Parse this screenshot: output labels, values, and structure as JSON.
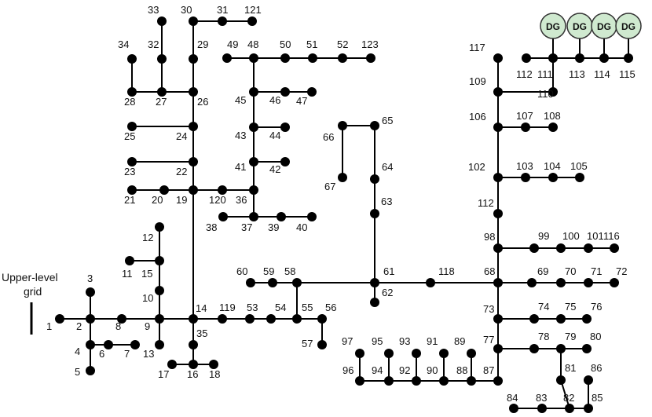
{
  "grid_label": [
    "Upper-level",
    "grid"
  ],
  "dg_label": "DG",
  "dg_count": 4,
  "colors": {
    "line": "#000000",
    "node": "#000000",
    "dg_fill": "#cfe9cf",
    "dg_stroke": "#333333"
  },
  "nodes": [
    "1",
    "2",
    "3",
    "4",
    "5",
    "6",
    "7",
    "8",
    "9",
    "10",
    "11",
    "12",
    "13",
    "14",
    "15",
    "16",
    "17",
    "18",
    "19",
    "20",
    "21",
    "22",
    "23",
    "24",
    "25",
    "26",
    "27",
    "28",
    "29",
    "30",
    "31",
    "32",
    "33",
    "34",
    "35",
    "36",
    "37",
    "38",
    "39",
    "40",
    "41",
    "42",
    "43",
    "44",
    "45",
    "46",
    "47",
    "48",
    "49",
    "50",
    "51",
    "52",
    "53",
    "54",
    "55",
    "56",
    "57",
    "58",
    "59",
    "60",
    "61",
    "62",
    "63",
    "64",
    "65",
    "66",
    "67",
    "68",
    "69",
    "70",
    "71",
    "72",
    "73",
    "74",
    "75",
    "76",
    "77",
    "78",
    "79",
    "80",
    "81",
    "82",
    "83",
    "84",
    "85",
    "86",
    "87",
    "88",
    "89",
    "90",
    "91",
    "92",
    "93",
    "94",
    "95",
    "96",
    "97",
    "98",
    "99",
    "100",
    "101",
    "102",
    "103",
    "104",
    "105",
    "106",
    "107",
    "108",
    "109",
    "110",
    "111",
    "112",
    "113",
    "114",
    "115",
    "116",
    "117",
    "118",
    "119",
    "120",
    "121",
    "123"
  ],
  "edges": [
    [
      "1",
      "2"
    ],
    [
      "2",
      "3"
    ],
    [
      "2",
      "4"
    ],
    [
      "4",
      "5"
    ],
    [
      "4",
      "6"
    ],
    [
      "6",
      "7"
    ],
    [
      "2",
      "8"
    ],
    [
      "8",
      "9"
    ],
    [
      "9",
      "10"
    ],
    [
      "10",
      "15"
    ],
    [
      "15",
      "12"
    ],
    [
      "15",
      "11"
    ],
    [
      "9",
      "13"
    ],
    [
      "9",
      "14"
    ],
    [
      "14",
      "35"
    ],
    [
      "35",
      "16"
    ],
    [
      "16",
      "17"
    ],
    [
      "16",
      "18"
    ],
    [
      "14",
      "119"
    ],
    [
      "119",
      "53"
    ],
    [
      "53",
      "54"
    ],
    [
      "54",
      "55"
    ],
    [
      "55",
      "56"
    ],
    [
      "56",
      "57"
    ],
    [
      "55",
      "58"
    ],
    [
      "58",
      "59"
    ],
    [
      "59",
      "60"
    ],
    [
      "58",
      "61"
    ],
    [
      "14",
      "19"
    ],
    [
      "19",
      "20"
    ],
    [
      "20",
      "21"
    ],
    [
      "19",
      "120"
    ],
    [
      "120",
      "36"
    ],
    [
      "36",
      "37"
    ],
    [
      "37",
      "38"
    ],
    [
      "37",
      "39"
    ],
    [
      "39",
      "40"
    ],
    [
      "36",
      "41"
    ],
    [
      "41",
      "42"
    ],
    [
      "41",
      "43"
    ],
    [
      "43",
      "44"
    ],
    [
      "43",
      "45"
    ],
    [
      "45",
      "46"
    ],
    [
      "46",
      "47"
    ],
    [
      "45",
      "48"
    ],
    [
      "48",
      "49"
    ],
    [
      "48",
      "50"
    ],
    [
      "50",
      "51"
    ],
    [
      "51",
      "52"
    ],
    [
      "52",
      "123"
    ],
    [
      "19",
      "22"
    ],
    [
      "22",
      "23"
    ],
    [
      "22",
      "24"
    ],
    [
      "24",
      "25"
    ],
    [
      "24",
      "26"
    ],
    [
      "26",
      "27"
    ],
    [
      "27",
      "28"
    ],
    [
      "28",
      "34"
    ],
    [
      "27",
      "32"
    ],
    [
      "32",
      "33"
    ],
    [
      "26",
      "29"
    ],
    [
      "29",
      "30"
    ],
    [
      "30",
      "31"
    ],
    [
      "31",
      "121"
    ],
    [
      "61",
      "62"
    ],
    [
      "61",
      "63"
    ],
    [
      "63",
      "64"
    ],
    [
      "64",
      "65"
    ],
    [
      "65",
      "66"
    ],
    [
      "66",
      "67"
    ],
    [
      "61",
      "118"
    ],
    [
      "118",
      "68"
    ],
    [
      "68",
      "69"
    ],
    [
      "69",
      "70"
    ],
    [
      "70",
      "71"
    ],
    [
      "71",
      "72"
    ],
    [
      "68",
      "98"
    ],
    [
      "98",
      "99"
    ],
    [
      "99",
      "100"
    ],
    [
      "100",
      "101"
    ],
    [
      "101",
      "116"
    ],
    [
      "98",
      "112a"
    ],
    [
      "112a",
      "102"
    ],
    [
      "102",
      "103"
    ],
    [
      "103",
      "104"
    ],
    [
      "104",
      "105"
    ],
    [
      "102",
      "106"
    ],
    [
      "106",
      "107"
    ],
    [
      "107",
      "108"
    ],
    [
      "106",
      "109"
    ],
    [
      "109",
      "117"
    ],
    [
      "109",
      "110"
    ],
    [
      "110",
      "111"
    ],
    [
      "111",
      "112"
    ],
    [
      "111",
      "113"
    ],
    [
      "113",
      "114"
    ],
    [
      "114",
      "115"
    ],
    [
      "68",
      "73"
    ],
    [
      "73",
      "74"
    ],
    [
      "74",
      "75"
    ],
    [
      "75",
      "76"
    ],
    [
      "73",
      "77"
    ],
    [
      "77",
      "78"
    ],
    [
      "78",
      "79"
    ],
    [
      "79",
      "80"
    ],
    [
      "79",
      "81"
    ],
    [
      "81",
      "82"
    ],
    [
      "82",
      "83"
    ],
    [
      "83",
      "84"
    ],
    [
      "82",
      "85"
    ],
    [
      "85",
      "86"
    ],
    [
      "77",
      "87"
    ],
    [
      "87",
      "88"
    ],
    [
      "88",
      "89"
    ],
    [
      "88",
      "90"
    ],
    [
      "90",
      "91"
    ],
    [
      "90",
      "92"
    ],
    [
      "92",
      "93"
    ],
    [
      "92",
      "94"
    ],
    [
      "94",
      "95"
    ],
    [
      "94",
      "96"
    ],
    [
      "96",
      "97"
    ]
  ],
  "extra_labels": {
    "112a": "112"
  }
}
